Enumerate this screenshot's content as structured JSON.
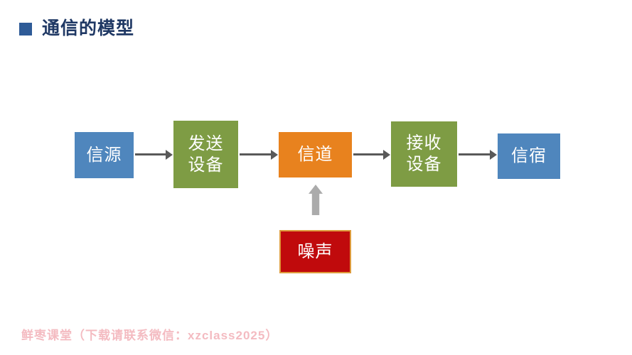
{
  "slide": {
    "background": "#FFFFFF"
  },
  "title": {
    "text": "通信的模型",
    "color": "#1F3864",
    "bullet_color": "#2E5B97"
  },
  "diagram": {
    "nodes": [
      {
        "id": "source",
        "label": "信源",
        "color": "#4F86BD",
        "text_color": "#FFFFFF"
      },
      {
        "id": "transmitter",
        "label": "发送\n设备",
        "color": "#7E9C44",
        "text_color": "#FFFFFF"
      },
      {
        "id": "channel",
        "label": "信道",
        "color": "#E8821E",
        "text_color": "#FFFFFF"
      },
      {
        "id": "receiver",
        "label": "接收\n设备",
        "color": "#7E9C44",
        "text_color": "#FFFFFF"
      },
      {
        "id": "destination",
        "label": "信宿",
        "color": "#4F86BD",
        "text_color": "#FFFFFF"
      },
      {
        "id": "noise",
        "label": "噪声",
        "color": "#C00A0C",
        "border_color": "#DE9B3C",
        "text_color": "#FFFFFF"
      }
    ],
    "arrow_color": "#595959",
    "noise_arrow_color": "#ABABAB"
  },
  "footer": {
    "watermark": "鲜枣课堂（下载请联系微信：xzclass2025）",
    "color": "#F4BBC1"
  }
}
